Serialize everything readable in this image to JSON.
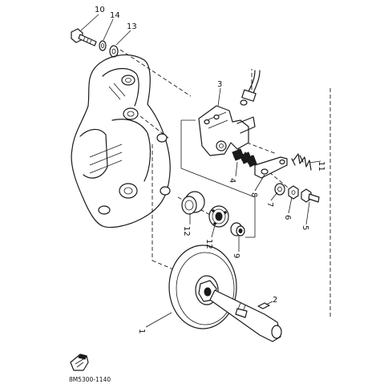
{
  "diagram": {
    "part_labels": {
      "p1": "1",
      "p2": "2",
      "p3": "3",
      "p4": "4",
      "p5": "5",
      "p6": "6",
      "p7": "7",
      "p8": "8",
      "p9": "9",
      "p10": "10",
      "p11": "11",
      "p12a": "12",
      "p12b": "12",
      "p13": "13",
      "p14": "14"
    },
    "figure_code": "8M5300-1140"
  }
}
